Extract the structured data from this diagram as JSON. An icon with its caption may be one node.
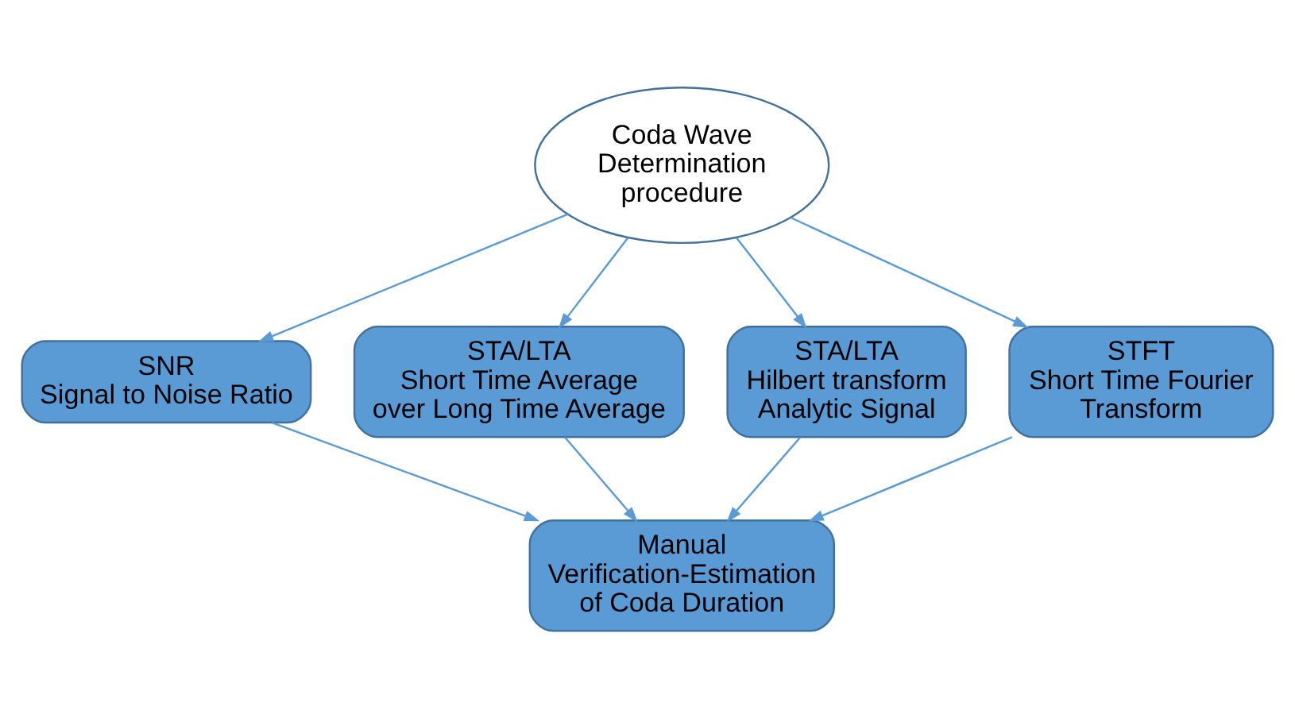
{
  "diagram": {
    "nodes": [
      {
        "text": [
          "Coda Wave Determination procedure"
        ]
      },
      {
        "text": [
          "SNR",
          "Signal to Noise Ratio"
        ]
      },
      {
        "text": [
          "STA/LTA",
          "Short Time Average over Long Time Average"
        ]
      },
      {
        "text": [
          "STA/LTA",
          "Hilbert transform Analytic Signal"
        ]
      },
      {
        "text": [
          "STFT",
          "Short Time Fourier Transform"
        ]
      },
      {
        "text": [
          "Manual Verification-Estimation of Coda Duration"
        ]
      }
    ],
    "edges": [
      {
        "from": 0,
        "to": 1,
        "arrow": "to"
      },
      {
        "from": 0,
        "to": 2,
        "arrow": "to"
      },
      {
        "from": 0,
        "to": 3,
        "arrow": "to"
      },
      {
        "from": 0,
        "to": 4,
        "arrow": "to"
      },
      {
        "from": 1,
        "to": 5,
        "arrow": "to"
      },
      {
        "from": 2,
        "to": 5,
        "arrow": "to"
      },
      {
        "from": 3,
        "to": 5,
        "arrow": "to"
      },
      {
        "from": 4,
        "to": 5,
        "arrow": "to"
      }
    ]
  }
}
